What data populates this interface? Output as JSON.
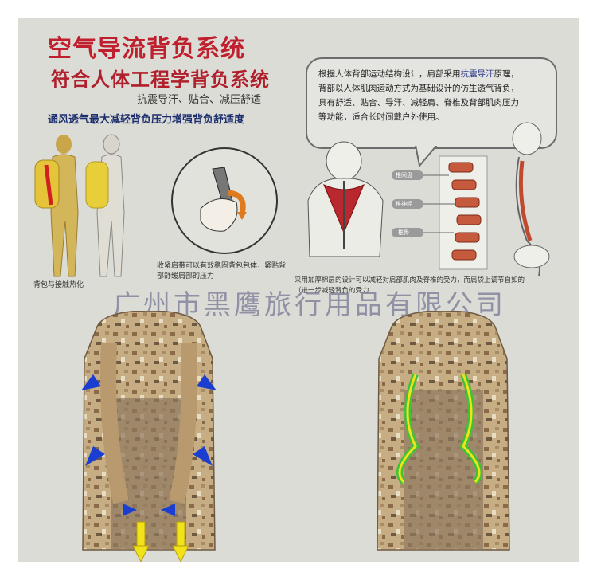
{
  "title_main": "空气导流背负系统",
  "title_sub": "符合人体工程学背负系统",
  "features": "抗震导汗、贴合、减压舒适",
  "tagline": "通风透气最大减轻背负压力增强背负舒适度",
  "bubble": {
    "line1_pre": "根据人体背部运动结构设计，肩部采用",
    "line1_hl": "抗震导汗",
    "line1_post": "原理，",
    "line2": "背部以人体肌肉运动方式为基础设计的仿生透气背负，",
    "line3": "具有舒适、贴合、导汗、减轻肩、脊椎及背部肌肉压力",
    "line4": "等功能，适合长时间戴户外使用。"
  },
  "spine_labels": [
    "椎间盘",
    "椎神经",
    "椎骨"
  ],
  "caption_left_small": "背包与接触热化",
  "caption_strap": "收紧肩带可以有效稳固背包包体，紧贴背部舒缓肩部的压力",
  "caption_spine": "采用加厚棉层的设计可以减轻对肩部肌肉及脊椎的受力，而肩袋上调节自如的（进一步减轻背负的受力",
  "watermark": "广州市黑鹰旅行用品有限公司",
  "colors": {
    "title_red": "#c01f2e",
    "tagline_blue": "#1d2f6e",
    "arrow_blue": "#1a3fd0",
    "arrow_yellow": "#f2e21a",
    "curve_green": "#3fc23a",
    "camo_base": "#c7ad83"
  }
}
